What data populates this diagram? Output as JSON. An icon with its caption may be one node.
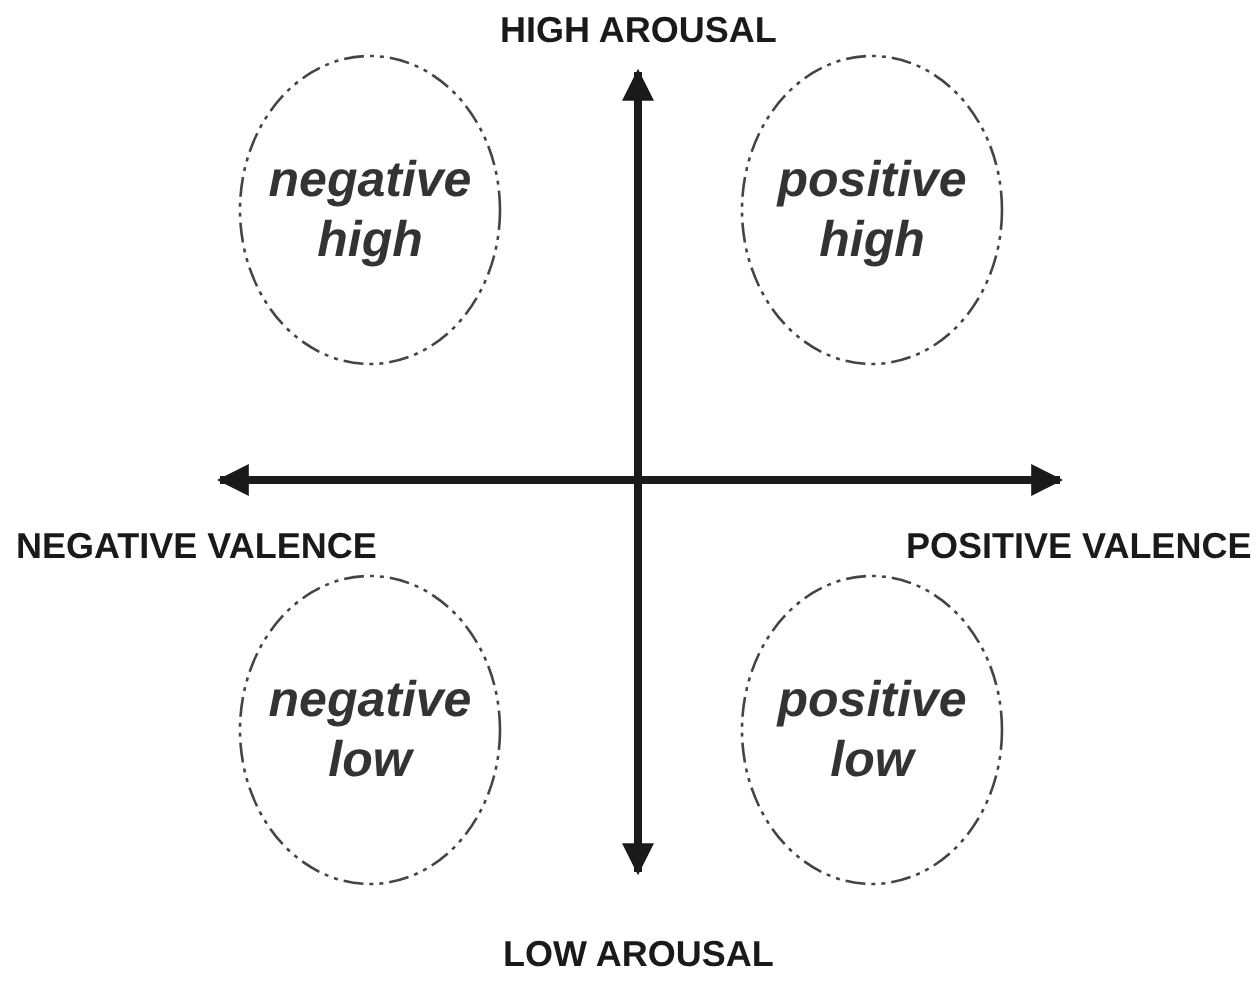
{
  "diagram": {
    "nodes": [
      {
        "text": [
          "negative high"
        ]
      },
      {
        "text": [
          "positive high"
        ]
      },
      {
        "text": [
          "negative low"
        ]
      },
      {
        "text": [
          "positive low"
        ]
      }
    ],
    "labels": [
      "HIGH AROUSAL",
      "NEGATIVE VALENCE",
      "POSITIVE VALENCE",
      "LOW AROUSAL"
    ]
  }
}
